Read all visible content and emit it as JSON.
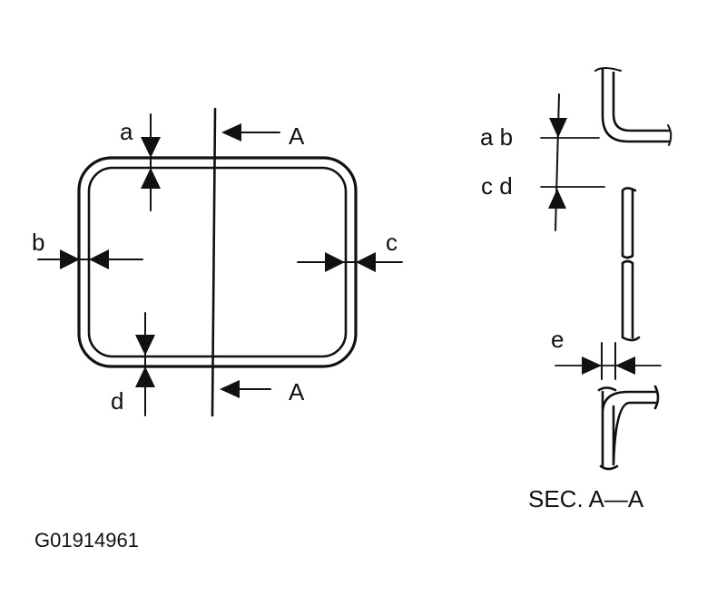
{
  "labels": {
    "a": "a",
    "b": "b",
    "c": "c",
    "d": "d",
    "section_top": "A",
    "section_bottom": "A",
    "ab": "a b",
    "cd": "c d",
    "e": "e",
    "section_caption": "SEC. A—A",
    "figure_id": "G01914961"
  }
}
